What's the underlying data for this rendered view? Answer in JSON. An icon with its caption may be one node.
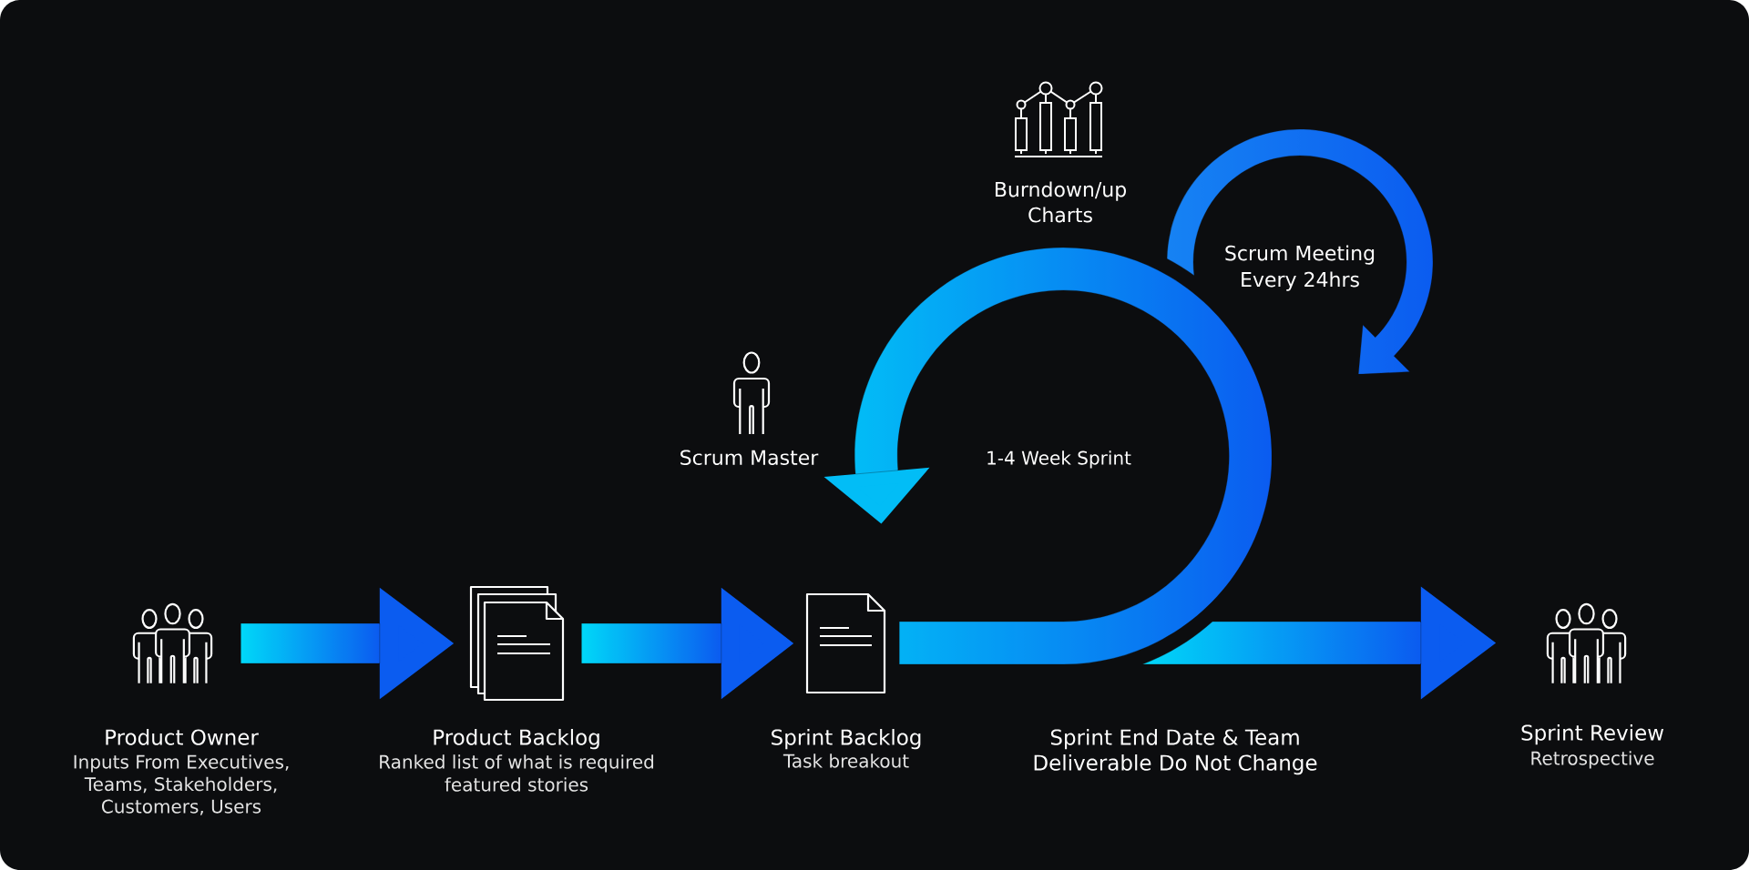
{
  "diagram": {
    "nodes": [
      {
        "text": [],
        "shape": "picture",
        "beside": [
          "Burndown/up Charts"
        ]
      },
      {
        "text": [],
        "shape": "person",
        "beside": [
          "Scrum Master"
        ]
      },
      {
        "text": [],
        "shape": "person",
        "beside": [
          "Product Owner",
          "Inputs From Executives, Teams, Stakeholders, Customers, Users"
        ]
      },
      {
        "text": [],
        "shape": "picture",
        "beside": [
          "Product Backlog",
          "Ranked list of what is required featured stories"
        ]
      },
      {
        "text": [],
        "shape": "picture",
        "beside": [
          "Sprint Backlog",
          "Task breakout"
        ]
      },
      {
        "text": [],
        "shape": "person",
        "beside": [
          "Sprint Review",
          "Retrospective"
        ]
      }
    ],
    "edges": [
      {
        "from": 2,
        "to": 3,
        "arrow": "to"
      },
      {
        "from": 3,
        "to": 4,
        "arrow": "to"
      },
      {
        "from": 4,
        "to": null,
        "arrow": "to",
        "color": "#02bdf6"
      },
      {
        "from": null,
        "to": 5,
        "arrow": "to"
      }
    ],
    "labels": [
      "Scrum Meeting Every 24hrs",
      "1-4 Week Sprint",
      "Sprint End Date & Team Deliverable Do Not Change"
    ]
  }
}
